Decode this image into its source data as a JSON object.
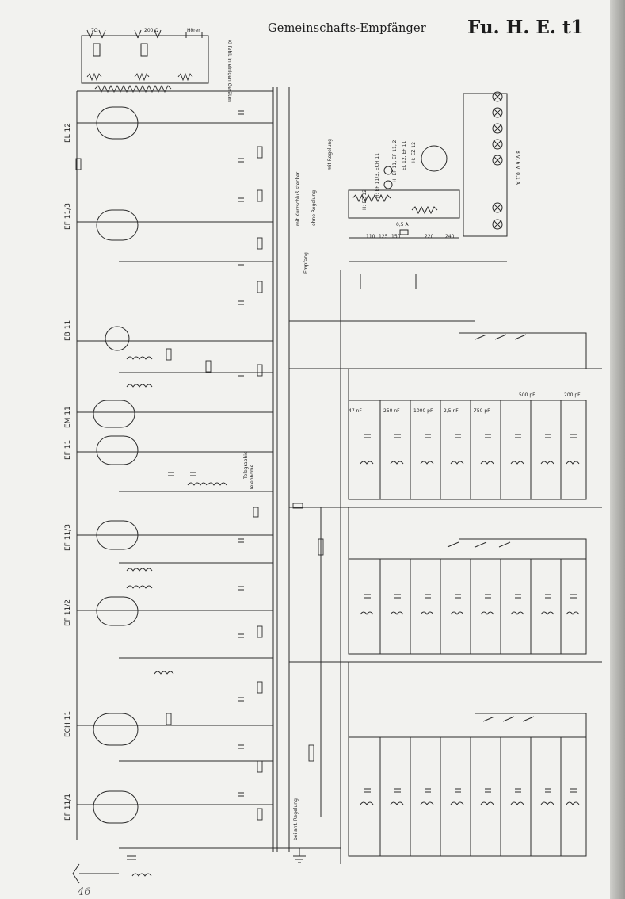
{
  "header": {
    "title": "Gemeinschafts-Empfänger",
    "model": "Fu. H. E. t1"
  },
  "tubes": [
    "EL 12",
    "EF 11/3",
    "EB 11",
    "EM 11",
    "EF 11",
    "EF 11/3",
    "EF 11/2",
    "ECH 11",
    "EF 11/1"
  ],
  "top_labels": {
    "speaker1": "7Ω",
    "speaker2": "200 Ω",
    "hoerer": "Hörer",
    "note": "Xl fehlt in einigen Geräten"
  },
  "pilot_lamps": {
    "lamps_type": "8 V, 6 V, 0,1 A",
    "tube_list": [
      "H: EZ 12",
      "H: EF 11/3, ECH 11",
      "H: EF 11, EF 11, 2",
      "EL 12, EF 11",
      "H: EZ 12"
    ]
  },
  "mains_taps": [
    "110",
    "125",
    "150",
    "220",
    "240"
  ],
  "fuse": "0,5 A",
  "switch_labels": [
    "mit Regelung",
    "ohne Regelung",
    "mit Kurzschluß stecker",
    "Empfang",
    "Telephonie",
    "Telegraphie",
    "bei ant. Regelung"
  ],
  "bands": [
    "47 nF",
    "250 nF",
    "1000 pF",
    "2,5 nF",
    "750 pF",
    "500 pF",
    "200 pF"
  ],
  "page_number": "46"
}
